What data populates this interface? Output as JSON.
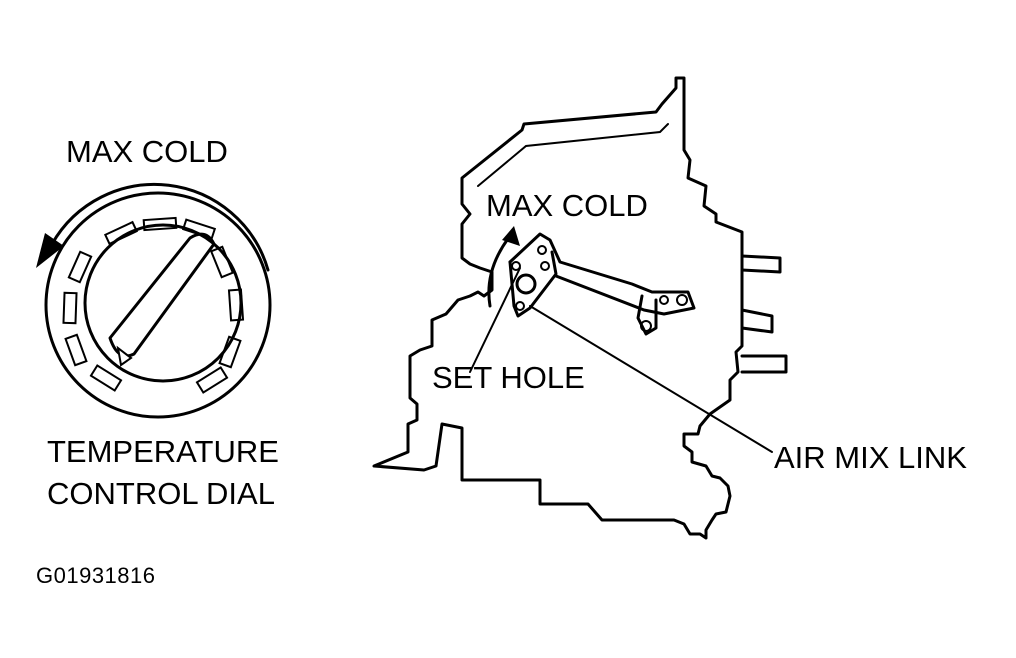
{
  "dial": {
    "max_cold_label": "MAX COLD",
    "caption_line1": "TEMPERATURE",
    "caption_line2": "CONTROL DIAL"
  },
  "unit": {
    "max_cold_label": "MAX COLD",
    "set_hole_label": "SET HOLE",
    "air_mix_link_label": "AIR MIX LINK"
  },
  "figure_id": "G01931816",
  "colors": {
    "ink": "#000000",
    "paper": "#ffffff"
  }
}
